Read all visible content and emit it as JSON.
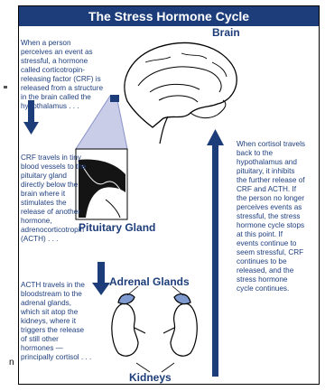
{
  "title": "The Stress Hormone Cycle",
  "labels": {
    "brain": "Brain",
    "pituitary": "Pituitary Gland",
    "adrenal": "Adrenal Glands",
    "kidneys": "Kidneys"
  },
  "captions": {
    "c1": [
      "When a person",
      "perceives an event as",
      "stressful, a hormone",
      "called corticotropin-",
      "releasing factor (CRF) is",
      "released from a structure",
      "in the brain called the",
      "hypothalamus . . ."
    ],
    "c2": [
      "CRF travels in tiny",
      "blood vessels to the",
      "pituitary gland",
      "directly below the",
      "brain where it",
      "stimulates the",
      "release of another",
      "hormone,",
      "adrenocorticotropin",
      "(ACTH) . . ."
    ],
    "c3": [
      "ACTH travels in the",
      "bloodstream to the",
      "adrenal glands,",
      "which sit atop the",
      "kidneys, where it",
      "triggers the release",
      "of still other",
      "hormones —",
      "principally cortisol . . ."
    ],
    "c4": [
      "When cortisol travels",
      "back to the",
      "hypothalamus and",
      "pituitary, it inhibits",
      "the further release of",
      "CRF and ACTH. If",
      "the person no longer",
      "perceives events as",
      "stressful, the stress",
      "hormone cycle stops",
      "at this point. If",
      "events continue to",
      "seem stressful, CRF",
      "continues to be",
      "released, and the",
      "stress hormone",
      "cycle continues."
    ]
  },
  "edge_fragment": "n",
  "colors": {
    "banner": "#1d3d7a",
    "text": "#1f3f7f",
    "arrow": "#1d3d7a",
    "wedge": "#c9cde8"
  }
}
